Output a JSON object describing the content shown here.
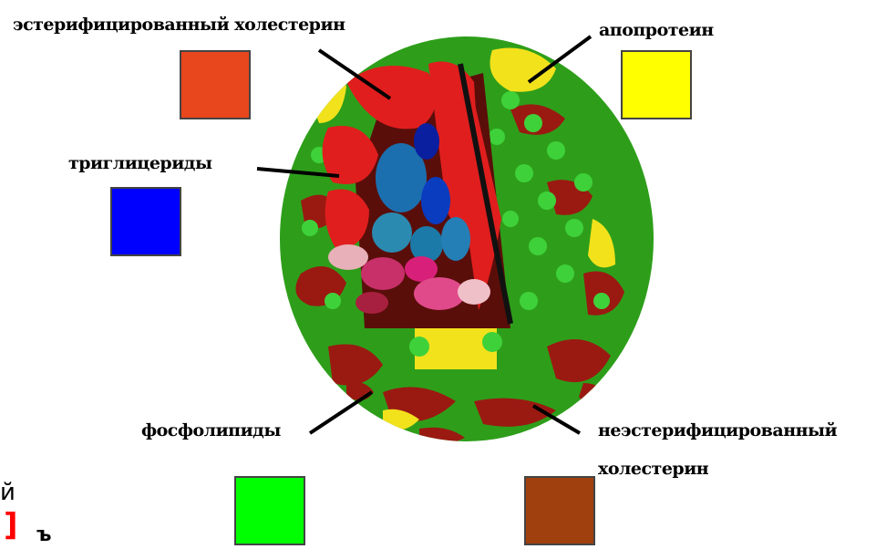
{
  "labels": {
    "esterified": "эстерифицированный холестерин",
    "apoprotein": "апопротеин",
    "triglycerides": "триглицериды",
    "phospholipids": "фосфолипиды",
    "nonesterified_1": "неэстерифицированный",
    "nonesterified_2": "холестерин"
  },
  "legend_colors": {
    "esterified": "#e8461c",
    "apoprotein": "#ffff00",
    "triglycerides": "#0000ff",
    "phospholipids": "#00ff00",
    "nonesterified": "#a0400f"
  },
  "fragments": {
    "left_letter": "й",
    "red_mark": "]",
    "bottom_mark": "ъ"
  }
}
